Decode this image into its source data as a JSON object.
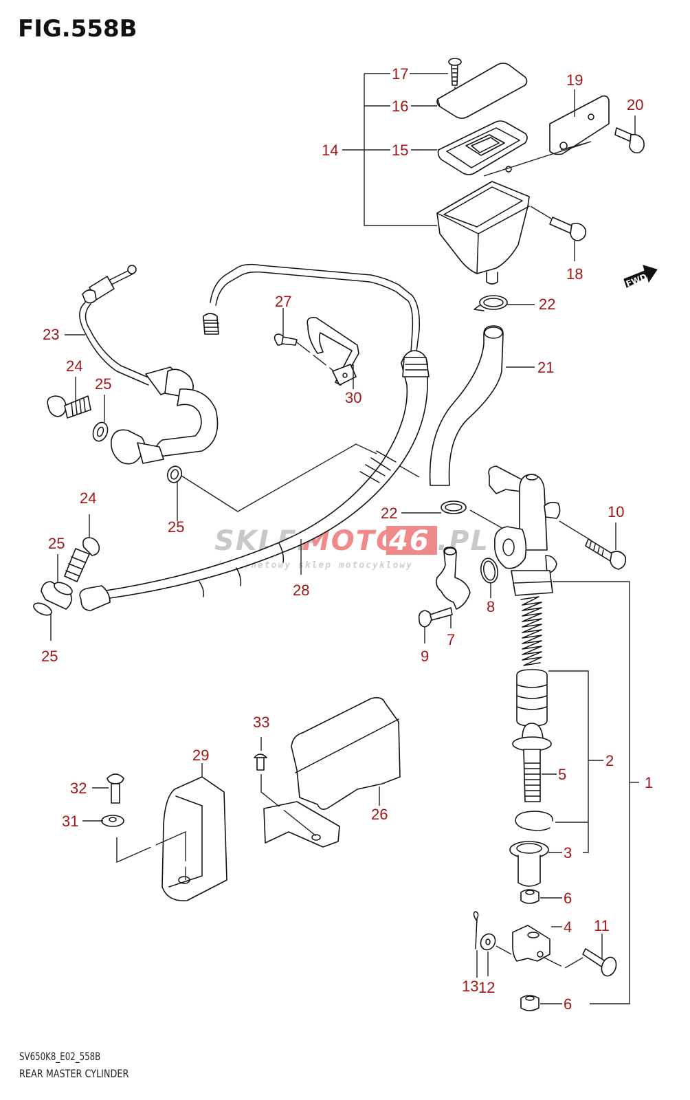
{
  "figure": {
    "title": "FIG.558B",
    "code": "SV650K8_E02_558B",
    "name": "REAR MASTER CYLINDER"
  },
  "direction_indicator": {
    "label": "FWD",
    "icon": "forward-arrow-icon"
  },
  "watermark": {
    "brand_gray": "SKLEP",
    "brand_red": "MOTO",
    "brand_badge": "46",
    "brand_suffix": ".PL",
    "tagline": "internetowy sklep motocyklowy",
    "color_gray": "#c8c8c8",
    "color_red": "#f08a8a"
  },
  "callout_color": "#a31515",
  "callouts": [
    {
      "id": "c1",
      "label": "1"
    },
    {
      "id": "c2",
      "label": "2"
    },
    {
      "id": "c3",
      "label": "3"
    },
    {
      "id": "c4",
      "label": "4"
    },
    {
      "id": "c5",
      "label": "5"
    },
    {
      "id": "c6a",
      "label": "6"
    },
    {
      "id": "c6b",
      "label": "6"
    },
    {
      "id": "c7",
      "label": "7"
    },
    {
      "id": "c8",
      "label": "8"
    },
    {
      "id": "c9",
      "label": "9"
    },
    {
      "id": "c10",
      "label": "10"
    },
    {
      "id": "c11",
      "label": "11"
    },
    {
      "id": "c12",
      "label": "12"
    },
    {
      "id": "c13",
      "label": "13"
    },
    {
      "id": "c14",
      "label": "14"
    },
    {
      "id": "c15",
      "label": "15"
    },
    {
      "id": "c16",
      "label": "16"
    },
    {
      "id": "c17",
      "label": "17"
    },
    {
      "id": "c18",
      "label": "18"
    },
    {
      "id": "c19",
      "label": "19"
    },
    {
      "id": "c20",
      "label": "20"
    },
    {
      "id": "c21",
      "label": "21"
    },
    {
      "id": "c22a",
      "label": "22"
    },
    {
      "id": "c22b",
      "label": "22"
    },
    {
      "id": "c23",
      "label": "23"
    },
    {
      "id": "c24a",
      "label": "24"
    },
    {
      "id": "c24b",
      "label": "24"
    },
    {
      "id": "c25a",
      "label": "25"
    },
    {
      "id": "c25b",
      "label": "25"
    },
    {
      "id": "c25c",
      "label": "25"
    },
    {
      "id": "c25d",
      "label": "25"
    },
    {
      "id": "c26",
      "label": "26"
    },
    {
      "id": "c27",
      "label": "27"
    },
    {
      "id": "c28",
      "label": "28"
    },
    {
      "id": "c29",
      "label": "29"
    },
    {
      "id": "c30",
      "label": "30"
    },
    {
      "id": "c31",
      "label": "31"
    },
    {
      "id": "c32",
      "label": "32"
    },
    {
      "id": "c33",
      "label": "33"
    }
  ]
}
